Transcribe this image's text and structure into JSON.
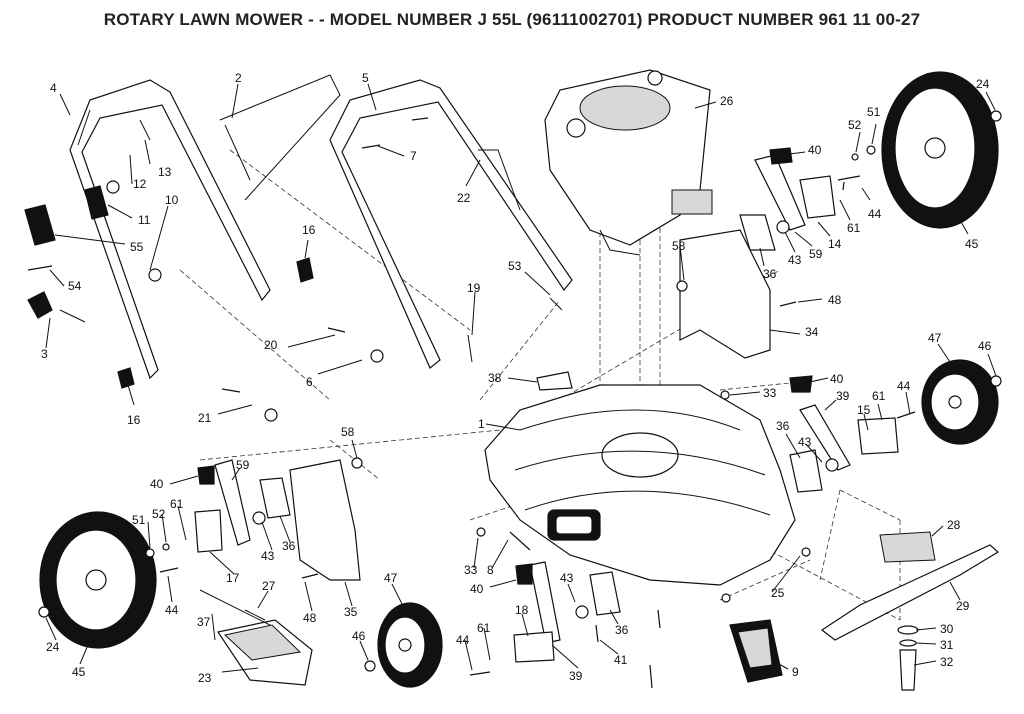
{
  "title": "ROTARY LAWN MOWER - - MODEL NUMBER  J 55L  (96111002701) PRODUCT NUMBER 961 11 00-27",
  "callouts": [
    {
      "id": "c4",
      "text": "4"
    },
    {
      "id": "c2",
      "text": "2"
    },
    {
      "id": "c5",
      "text": "5"
    },
    {
      "id": "c13",
      "text": "13"
    },
    {
      "id": "c12",
      "text": "12"
    },
    {
      "id": "c7",
      "text": "7"
    },
    {
      "id": "c26",
      "text": "26"
    },
    {
      "id": "c24a",
      "text": "24"
    },
    {
      "id": "c52a",
      "text": "52"
    },
    {
      "id": "c51a",
      "text": "51"
    },
    {
      "id": "c40a",
      "text": "40"
    },
    {
      "id": "c10",
      "text": "10"
    },
    {
      "id": "c11",
      "text": "11"
    },
    {
      "id": "c22",
      "text": "22"
    },
    {
      "id": "c44a",
      "text": "44"
    },
    {
      "id": "c61a",
      "text": "61"
    },
    {
      "id": "c14",
      "text": "14"
    },
    {
      "id": "c45a",
      "text": "45"
    },
    {
      "id": "c55",
      "text": "55"
    },
    {
      "id": "c16a",
      "text": "16"
    },
    {
      "id": "c58a",
      "text": "58"
    },
    {
      "id": "c43a",
      "text": "43"
    },
    {
      "id": "c59a",
      "text": "59"
    },
    {
      "id": "c36a",
      "text": "36"
    },
    {
      "id": "c53",
      "text": "53"
    },
    {
      "id": "c54",
      "text": "54"
    },
    {
      "id": "c19",
      "text": "19"
    },
    {
      "id": "c48a",
      "text": "48"
    },
    {
      "id": "c3",
      "text": "3"
    },
    {
      "id": "c34",
      "text": "34"
    },
    {
      "id": "c20",
      "text": "20"
    },
    {
      "id": "c47a",
      "text": "47"
    },
    {
      "id": "c46a",
      "text": "46"
    },
    {
      "id": "c6",
      "text": "6"
    },
    {
      "id": "c38",
      "text": "38"
    },
    {
      "id": "c40b",
      "text": "40"
    },
    {
      "id": "c33a",
      "text": "33"
    },
    {
      "id": "c44b",
      "text": "44"
    },
    {
      "id": "c39a",
      "text": "39"
    },
    {
      "id": "c61b",
      "text": "61"
    },
    {
      "id": "c21",
      "text": "21"
    },
    {
      "id": "c16b",
      "text": "16"
    },
    {
      "id": "c1",
      "text": "1"
    },
    {
      "id": "c15",
      "text": "15"
    },
    {
      "id": "c36b",
      "text": "36"
    },
    {
      "id": "c43b",
      "text": "43"
    },
    {
      "id": "c58b",
      "text": "58"
    },
    {
      "id": "c59b",
      "text": "59"
    },
    {
      "id": "c40c",
      "text": "40"
    },
    {
      "id": "c61c",
      "text": "61"
    },
    {
      "id": "c51b",
      "text": "51"
    },
    {
      "id": "c52b",
      "text": "52"
    },
    {
      "id": "c28",
      "text": "28"
    },
    {
      "id": "c43c",
      "text": "43"
    },
    {
      "id": "c36c",
      "text": "36"
    },
    {
      "id": "c17",
      "text": "17"
    },
    {
      "id": "c33b",
      "text": "33"
    },
    {
      "id": "c8",
      "text": "8"
    },
    {
      "id": "c47b",
      "text": "47"
    },
    {
      "id": "c40d",
      "text": "40"
    },
    {
      "id": "c43d",
      "text": "43"
    },
    {
      "id": "c27",
      "text": "27"
    },
    {
      "id": "c25",
      "text": "25"
    },
    {
      "id": "c29",
      "text": "29"
    },
    {
      "id": "c44c",
      "text": "44"
    },
    {
      "id": "c48b",
      "text": "48"
    },
    {
      "id": "c35",
      "text": "35"
    },
    {
      "id": "c37",
      "text": "37"
    },
    {
      "id": "c18",
      "text": "18"
    },
    {
      "id": "c36d",
      "text": "36"
    },
    {
      "id": "c30",
      "text": "30"
    },
    {
      "id": "c24b",
      "text": "24"
    },
    {
      "id": "c46b",
      "text": "46"
    },
    {
      "id": "c44d",
      "text": "44"
    },
    {
      "id": "c61d",
      "text": "61"
    },
    {
      "id": "c31",
      "text": "31"
    },
    {
      "id": "c41",
      "text": "41"
    },
    {
      "id": "c45b",
      "text": "45"
    },
    {
      "id": "c23",
      "text": "23"
    },
    {
      "id": "c9",
      "text": "9"
    },
    {
      "id": "c39b",
      "text": "39"
    },
    {
      "id": "c32",
      "text": "32"
    }
  ]
}
